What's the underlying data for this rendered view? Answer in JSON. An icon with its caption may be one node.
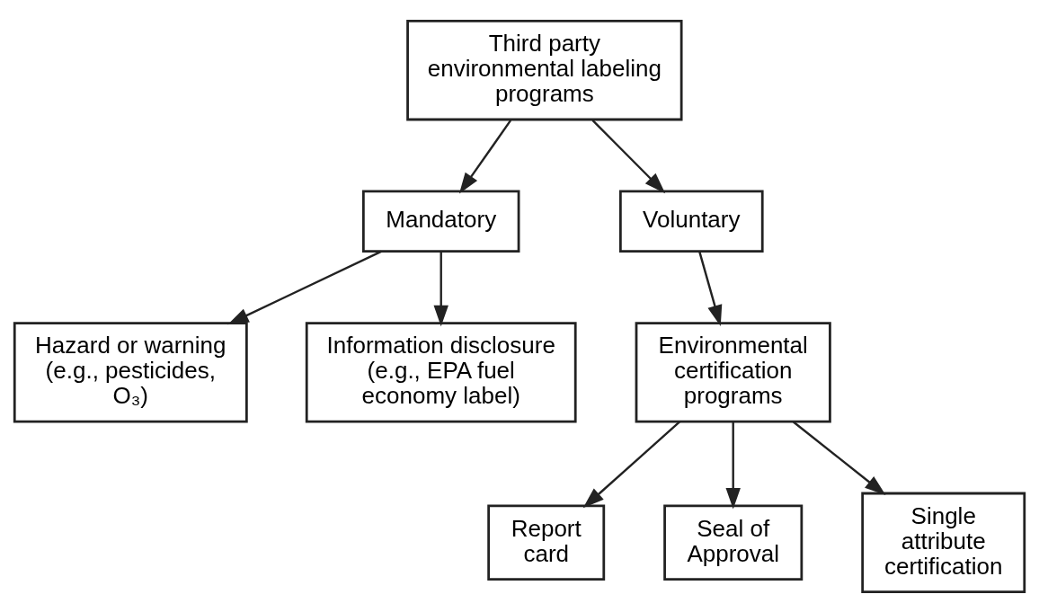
{
  "diagram": {
    "nodes": [
      {
        "text": [
          "Third party environmental labeling programs"
        ]
      },
      {
        "text": [
          "Mandatory"
        ]
      },
      {
        "text": [
          "Voluntary"
        ]
      },
      {
        "text": [
          "Hazard or warning (e.g., pesticides, O₃)"
        ]
      },
      {
        "text": [
          "Information disclosure (e.g., EPA fuel economy label)"
        ]
      },
      {
        "text": [
          "Environmental certification programs"
        ]
      },
      {
        "text": [
          "Report card"
        ]
      },
      {
        "text": [
          "Seal of Approval"
        ]
      },
      {
        "text": [
          "Single attribute certification"
        ]
      }
    ],
    "edges": [
      {
        "from": 0,
        "to": 1,
        "arrow": "to"
      },
      {
        "from": 0,
        "to": 2,
        "arrow": "to"
      },
      {
        "from": 1,
        "to": 3,
        "arrow": "to"
      },
      {
        "from": 1,
        "to": 4,
        "arrow": "to"
      },
      {
        "from": 2,
        "to": 5,
        "arrow": "to"
      },
      {
        "from": 5,
        "to": 6,
        "arrow": "to"
      },
      {
        "from": 5,
        "to": 7,
        "arrow": "to"
      },
      {
        "from": 5,
        "to": 8,
        "arrow": "to"
      }
    ]
  }
}
